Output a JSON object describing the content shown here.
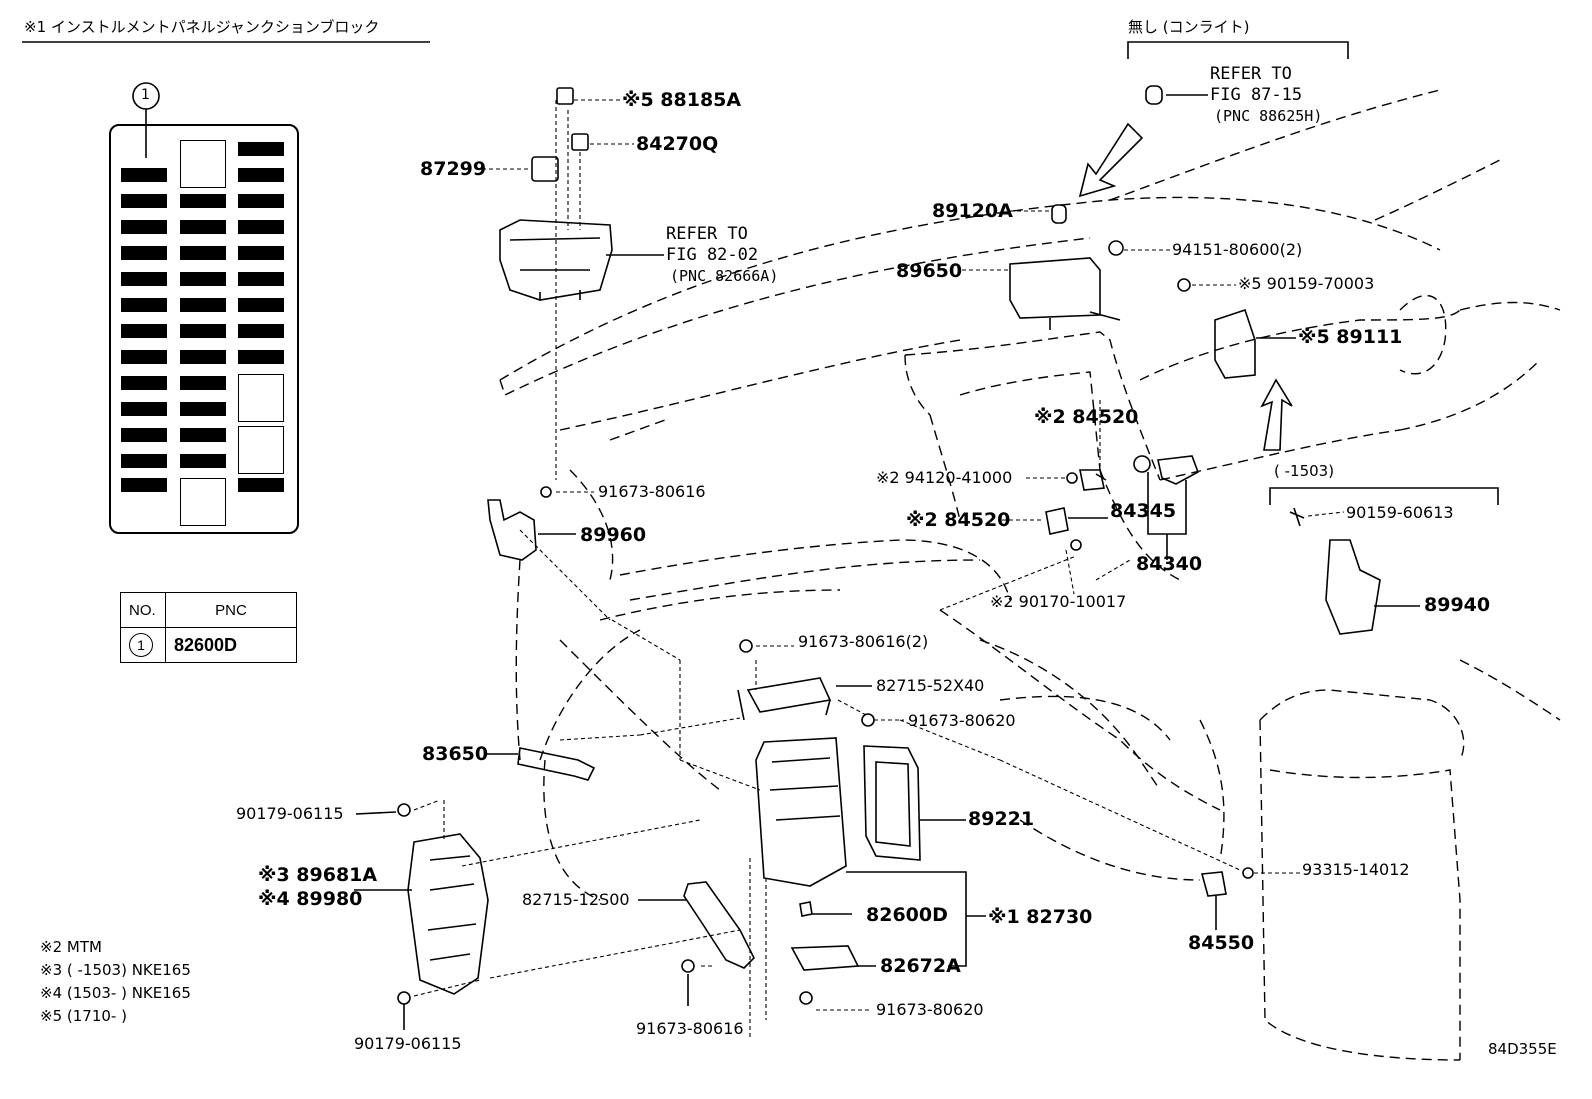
{
  "diagram_id": "84D355E",
  "header_left": "※1 インストルメントパネルジャンクションブロック",
  "header_right": "無し (コンライト)",
  "fuse_legend_marker": "1",
  "table": {
    "col_no": "NO.",
    "col_pnc": "PNC",
    "row_no": "1",
    "row_pnc": "82600D"
  },
  "refer_top": {
    "l1": "REFER TO",
    "l2": "FIG 87-15",
    "l3": "(PNC 88625H)"
  },
  "refer_relay": {
    "l1": "REFER TO",
    "l2": "FIG 82-02",
    "l3": "(PNC 82666A)"
  },
  "range_right": "(       -1503)",
  "notes": {
    "n2": "※2 MTM",
    "n3": "※3 (       -1503) NKE165",
    "n4": "※4 (1503-       ) NKE165",
    "n5": "※5 (1710-       )"
  },
  "labels": {
    "p88185A": "※5 88185A",
    "p84270Q": "84270Q",
    "p87299": "87299",
    "p89120A": "89120A",
    "p94151": "94151-80600(2)",
    "p89650": "89650",
    "p90159_70003": "※5 90159-70003",
    "p89111": "※5 89111",
    "p84520a": "※2 84520",
    "p94120": "※2 94120-41000",
    "p84520b": "※2 84520",
    "p84345": "84345",
    "p84340": "84340",
    "p90170": "※2 90170-10017",
    "p90159_60613": "90159-60613",
    "p89940": "89940",
    "p91673_80616a": "91673-80616",
    "p89960": "89960",
    "p91673_80616b": "91673-80616(2)",
    "p82715_52x40": "82715-52X40",
    "p91673_80620a": "91673-80620",
    "p83650": "83650",
    "p89221": "89221",
    "p93315": "93315-14012",
    "p90179a": "90179-06115",
    "p89681A": "※3 89681A",
    "p89980": "※4 89980",
    "p82715_12S00": "82715-12S00",
    "p82600D": "82600D",
    "p82730": "※1 82730",
    "p84550": "84550",
    "p82672A": "82672A",
    "p91673_80620b": "91673-80620",
    "p91673_80616c": "91673-80616",
    "p90179b": "90179-06115"
  }
}
